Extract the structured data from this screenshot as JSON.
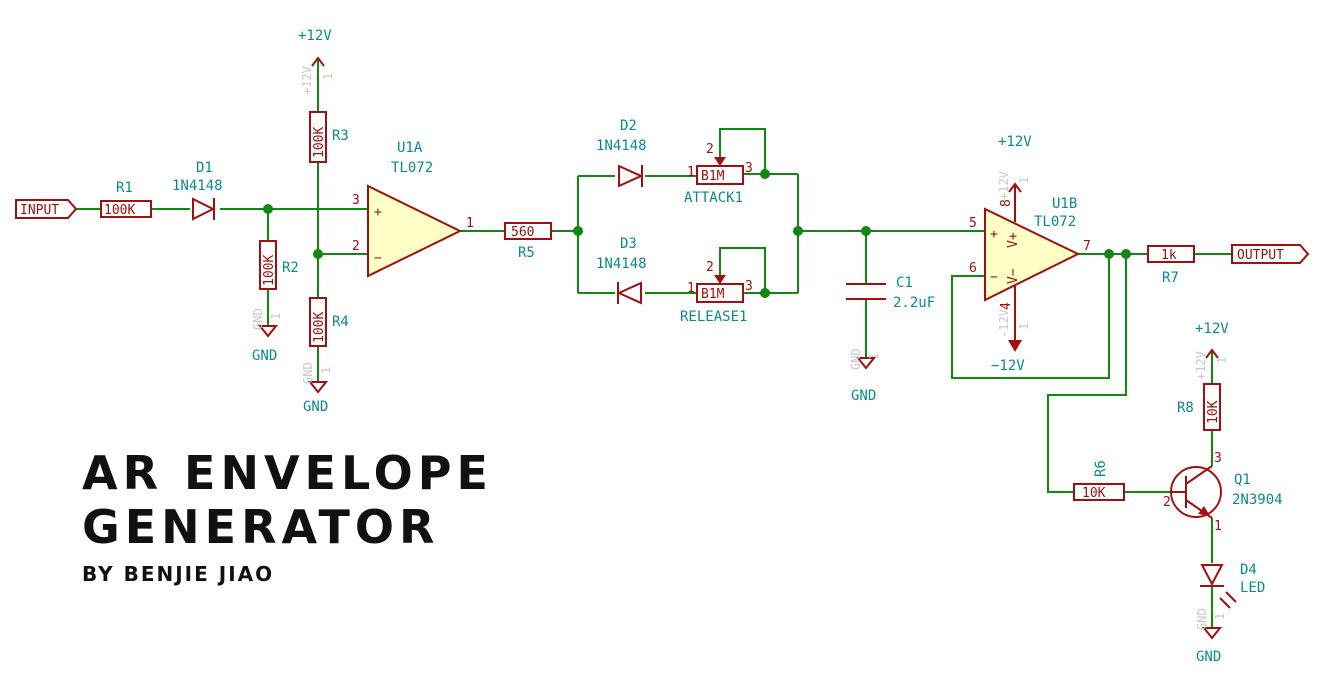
{
  "title": {
    "line1": "AR ENVELOPE",
    "line2": "GENERATOR",
    "byline": "BY BENJIE JIAO"
  },
  "ports": {
    "input": "INPUT",
    "output": "OUTPUT"
  },
  "colors": {
    "wire": "#118811",
    "component": "#a01010",
    "body_fill": "#ffffc6",
    "label": "#0b8a8a",
    "ghost": "#c8c8c8"
  },
  "components": {
    "R1": {
      "ref": "R1",
      "value": "100K"
    },
    "R2": {
      "ref": "R2",
      "value": "100K"
    },
    "R3": {
      "ref": "R3",
      "value": "100K"
    },
    "R4": {
      "ref": "R4",
      "value": "100K"
    },
    "R5": {
      "ref": "R5",
      "value": "560"
    },
    "R6": {
      "ref": "R6",
      "value": "10K"
    },
    "R7": {
      "ref": "R7",
      "value": "1k"
    },
    "R8": {
      "ref": "R8",
      "value": "10K"
    },
    "D1": {
      "ref": "D1",
      "value": "1N4148"
    },
    "D2": {
      "ref": "D2",
      "value": "1N4148"
    },
    "D3": {
      "ref": "D3",
      "value": "1N4148"
    },
    "D4": {
      "ref": "D4",
      "value": "LED"
    },
    "U1A": {
      "ref": "U1A",
      "value": "TL072"
    },
    "U1B": {
      "ref": "U1B",
      "value": "TL072"
    },
    "ATTACK1": {
      "ref": "ATTACK1",
      "value": "B1M"
    },
    "RELEASE1": {
      "ref": "RELEASE1",
      "value": "B1M"
    },
    "C1": {
      "ref": "C1",
      "value": "2.2uF"
    },
    "Q1": {
      "ref": "Q1",
      "value": "2N3904"
    }
  },
  "power": {
    "pos12": "+12V",
    "neg12": "−12V",
    "gnd": "GND",
    "ghost_pos": "+12V",
    "ghost_neg": "-12V",
    "ghost_gnd": "GND",
    "ghost_num": "1"
  },
  "pins": {
    "p1": "1",
    "p2": "2",
    "p3": "3",
    "p4": "4",
    "p5": "5",
    "p6": "6",
    "p7": "7",
    "p8": "8",
    "plus": "+",
    "minus": "−",
    "vplus": "V+",
    "vminus": "V−"
  }
}
